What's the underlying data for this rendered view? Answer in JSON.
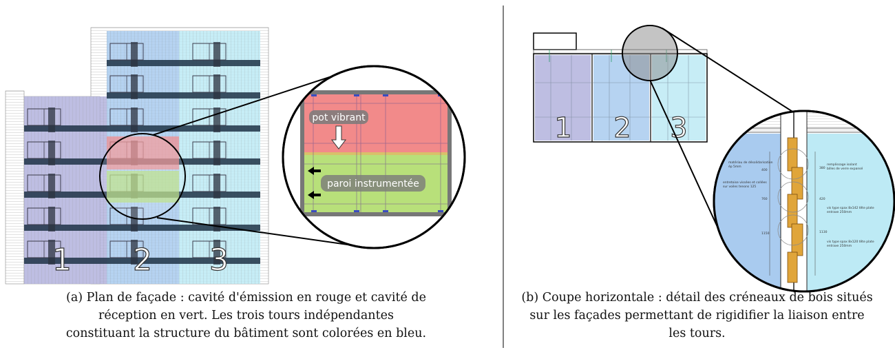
{
  "panel_a": {
    "tower_numbers": [
      "1",
      "2",
      "3"
    ],
    "label_shaker": "pot vibrant",
    "label_wall": "paroi instrumentée",
    "caption": "(a) Plan de façade : cavité d'émission en rouge et cavité de réception en vert. Les trois tours indépendantes constituant la structure du bâtiment sont colorées en bleu."
  },
  "panel_b": {
    "tower_numbers": [
      "1",
      "2",
      "3"
    ],
    "caption": "(b) Coupe horizontale : détail des créneaux de bois situés sur les façades permettant de rigidifier la liaison entre les tours."
  },
  "colors": {
    "tower_1": "#b3b3dd",
    "tower_2": "#a9cbef",
    "tower_3": "#bdeaf5",
    "emission_cavity": "#f28a8a",
    "reception_cavity": "#b8e07a",
    "wood": "#e0a53a"
  }
}
